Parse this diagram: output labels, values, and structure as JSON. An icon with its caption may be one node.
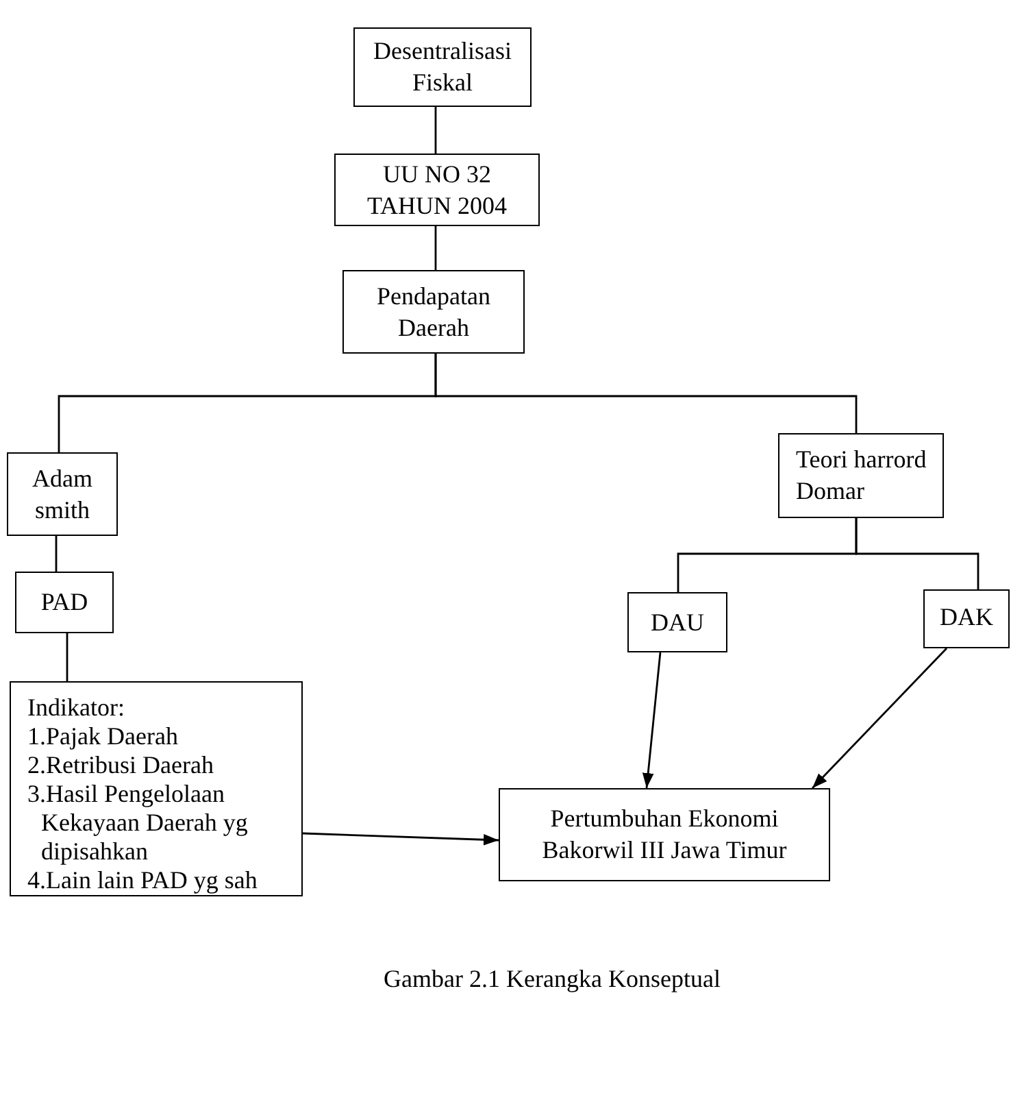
{
  "diagram": {
    "caption": "Gambar 2.1 Kerangka Konseptual",
    "nodes": [
      {
        "text": [
          "Desentralisasi Fiskal"
        ]
      },
      {
        "text": [
          "UU NO 32 TAHUN 2004"
        ]
      },
      {
        "text": [
          "Pendapatan Daerah"
        ]
      },
      {
        "text": [
          "Adam smith"
        ]
      },
      {
        "text": [
          "Teori harrord Domar"
        ]
      },
      {
        "text": [
          "PAD"
        ]
      },
      {
        "text": [
          "DAU"
        ]
      },
      {
        "text": [
          "DAK"
        ]
      },
      {
        "text": [
          "Indikator:",
          "1.Pajak Daerah",
          "2.Retribusi Daerah",
          "3.Hasil Pengelolaan Kekayaan Daerah yg dipisahkan",
          "4.Lain lain PAD yg sah"
        ]
      },
      {
        "text": [
          "Pertumbuhan Ekonomi Bakorwil III Jawa Timur"
        ]
      }
    ],
    "edges": [
      {
        "from": 0,
        "to": 1,
        "arrow": "none"
      },
      {
        "from": 1,
        "to": 2,
        "arrow": "none"
      },
      {
        "from": 2,
        "to": 3,
        "arrow": "none"
      },
      {
        "from": 2,
        "to": 4,
        "arrow": "none"
      },
      {
        "from": 3,
        "to": 5,
        "arrow": "none"
      },
      {
        "from": 5,
        "to": 8,
        "arrow": "none"
      },
      {
        "from": 4,
        "to": 6,
        "arrow": "none"
      },
      {
        "from": 4,
        "to": 7,
        "arrow": "none"
      },
      {
        "from": 8,
        "to": 9,
        "arrow": "to"
      },
      {
        "from": 6,
        "to": 9,
        "arrow": "to"
      },
      {
        "from": 7,
        "to": 9,
        "arrow": "to"
      }
    ]
  }
}
